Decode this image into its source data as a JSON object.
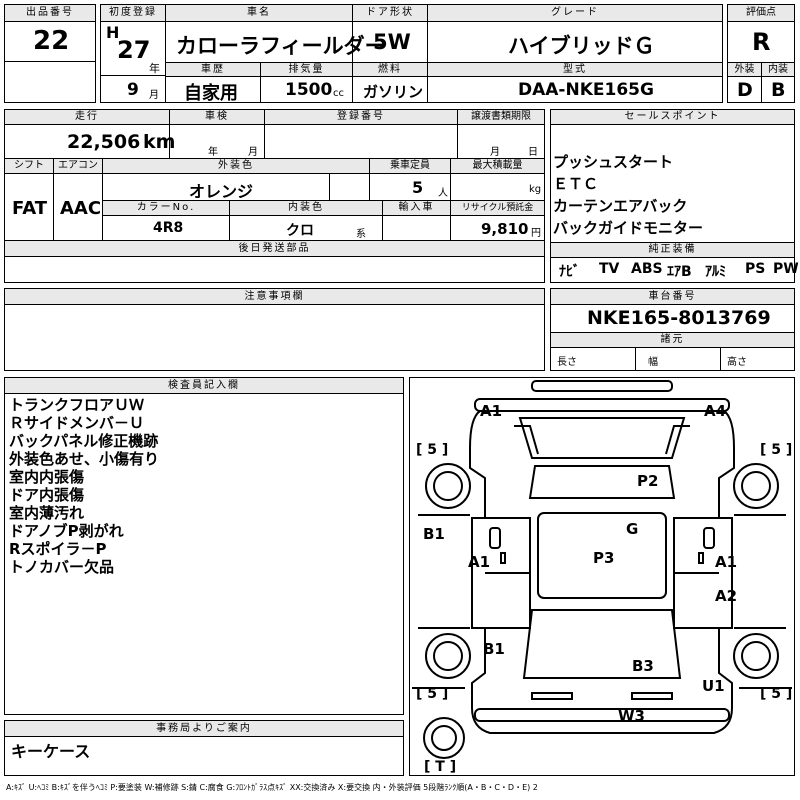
{
  "headers": {
    "lot_no": "出品番号",
    "first_reg": "初度登録",
    "car_name": "車名",
    "door": "ドア形状",
    "grade": "グレード",
    "score": "評価点",
    "history": "車歴",
    "displacement": "排気量",
    "fuel": "燃料",
    "model": "型式",
    "exterior": "外装",
    "interior": "内装",
    "mileage": "走行",
    "inspection": "車検",
    "reg_no": "登録番号",
    "transfer_docs": "譲渡書類期限",
    "sales_points": "セールスポイント",
    "shift": "シフト",
    "aircon": "エアコン",
    "ext_color": "外装色",
    "capacity": "乗車定員",
    "max_load": "最大積載量",
    "color_no": "カラーNo.",
    "int_color": "内装色",
    "import": "輸入車",
    "recycle": "リサイクル預託金",
    "genuine": "純正装備",
    "later_parts": "後日発送部品",
    "notes": "注意事項欄",
    "chassis_no": "車台番号",
    "specs": "諸元",
    "inspector": "検査員記入欄",
    "office": "事務局よりご案内"
  },
  "vehicle": {
    "lot_no": "22",
    "era": "H",
    "year": "27",
    "year_unit": "年",
    "month": "9",
    "month_unit": "月",
    "name": "カローラフィールダー",
    "door": "5W",
    "grade": "ハイブリッドＧ",
    "score": "R",
    "history": "自家用",
    "displacement": "1500",
    "displacement_unit": "cc",
    "fuel": "ガソリン",
    "model": "DAA-NKE165G",
    "exterior_grade": "D",
    "interior_grade": "B",
    "mileage": "22,506",
    "mileage_unit": "km",
    "inspection_year_unit": "年",
    "inspection_month_unit": "月",
    "transfer_month_unit": "月",
    "transfer_day_unit": "日",
    "shift": "FAT",
    "aircon": "AAC",
    "ext_color": "オレンジ",
    "capacity": "5",
    "capacity_unit": "人",
    "max_load_unit": "kg",
    "color_no": "4R8",
    "int_color": "クロ",
    "int_color_unit": "系",
    "recycle": "9,810",
    "recycle_unit": "円",
    "chassis_no": "NKE165-8013769",
    "spec_length": "長さ",
    "spec_width": "幅",
    "spec_height": "高さ"
  },
  "sales_points": [
    "プッシュスタート",
    "ＥＴＣ",
    "カーテンエアバック",
    "バックガイドモニター"
  ],
  "genuine_equipment": [
    "ﾅﾋﾞ",
    "TV",
    "ABS",
    "ｴｱB",
    "ｱﾙﾐ",
    "PS",
    "PW"
  ],
  "inspector_notes": [
    "トランクフロアＵＷ",
    "Ｒサイドメンバ－Ｕ",
    "バックパネル修正機跡",
    "外装色あせ、小傷有り",
    "室内内張傷",
    "ドア内張傷",
    "室内薄汚れ",
    "ドアノブP剥がれ",
    "Rスポイラ－P",
    "トノカバー欠品"
  ],
  "office_note": "キーケース",
  "diagram": {
    "marks": [
      "A1",
      "A4",
      "P2",
      "G",
      "B1",
      "A1",
      "P3",
      "A1",
      "A2",
      "B1",
      "B3",
      "U1",
      "W3"
    ],
    "tire_labels": [
      "[ 5 ]",
      "[ 5 ]",
      "[ 5 ]",
      "[ 5 ]",
      "[ T ]"
    ]
  },
  "legend": "A:ｷｽﾞ U:ﾍｺﾐ B:ｷｽﾞを伴うﾍｺﾐ P:要塗装 W:補修跡 S:錆 C:腐食 G:ﾌﾛﾝﾄｶﾞﾗｽ点ｷｽﾞ XX:交換済み X:要交換 内・外装評価 5段階ﾗﾝｸ順(A・B・C・D・E) 2"
}
